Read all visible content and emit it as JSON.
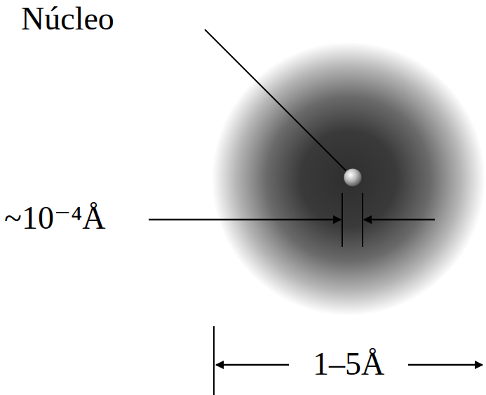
{
  "diagram": {
    "labels": [
      "Núcleo",
      "~10⁻⁴Å",
      "1–5Å"
    ]
  }
}
